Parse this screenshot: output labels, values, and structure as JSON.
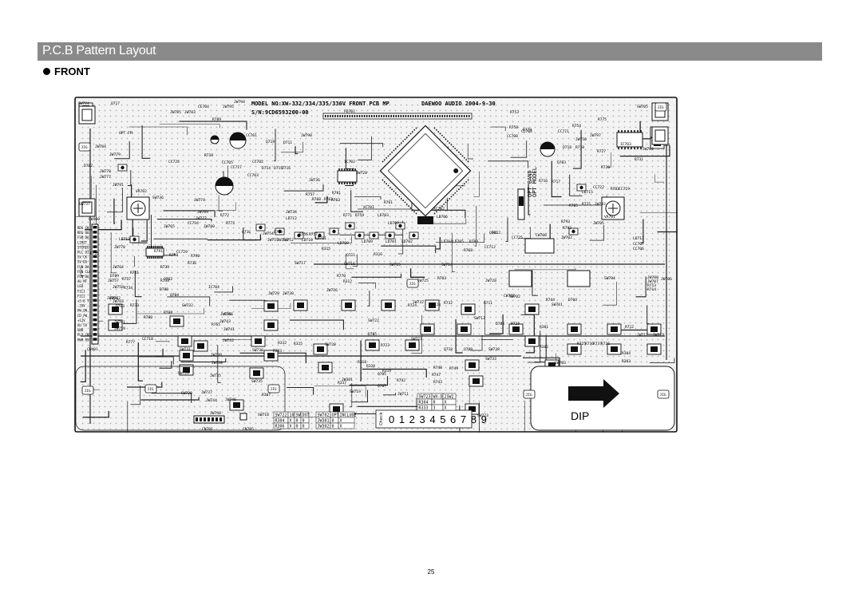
{
  "header": {
    "title": "P.C.B Pattern Layout"
  },
  "section": {
    "label": "FRONT"
  },
  "pcb": {
    "model_line": "MODEL NO:XW-332/334/335/336V FRONT PCB MP",
    "maker_line": "DAEWOO AUDIO 2004-9-30",
    "serial_line": "S/N:9CD6593200-00",
    "dip_label": "DIP",
    "check_label": "Check",
    "check_digits": "0 1 2 3 4 5 6 7 8 9",
    "jig_label": "JIG",
    "labels": {
      "sw724": "SW724",
      "q717": "Q717",
      "ce704": "CE704",
      "fd701": "FD701",
      "sw705": "SW705",
      "sw704": "SW704",
      "jw790": "JW790",
      "jw784": "JW784",
      "jw779": "JW779",
      "jw778": "JW778",
      "jw777": "JW777",
      "jw791": "JW791",
      "vr702": "VR702",
      "sw737": "SW737",
      "cw400": "CW400",
      "ld713": "LD713",
      "jw770": "JW770",
      "r735": "R735",
      "jw764": "JW764",
      "jw758": "JW758",
      "jw763": "JW763",
      "d703": "D703",
      "jw761": "JW761",
      "jw759": "JW759",
      "r777": "R777",
      "cw401": "CW401",
      "sw731": "SW731",
      "sw729": "SW729",
      "sw728": "SW728",
      "cn701": "CN701",
      "cn705": "CN705",
      "sw718": "SW718",
      "sw730": "SW730",
      "sw735": "SW735",
      "sw717": "SW717",
      "sw716": "SW716",
      "sw715": "SW715",
      "sw714": "SW714",
      "ic701": "IC701",
      "ic702": "IC702",
      "ic703": "IC703",
      "ic704": "IC704",
      "jw728": "JW728",
      "sw722": "SW722",
      "sw720": "SW720",
      "sw721": "SW721",
      "sw712": "SW712",
      "sw701": "SW701",
      "sw702": "SW702",
      "sw703": "SW703",
      "sw733": "SW733",
      "sw738": "SW738",
      "sw723": "SW723",
      "sw719": "SW719",
      "sw736": "SW736",
      "vr701": "VR701",
      "r713": "R713",
      "r714": "R714",
      "jw707": "JW707",
      "jw708": "JW708",
      "sw784": "SW784",
      "cw702": "CW702",
      "r744": "R744",
      "d704": "D704",
      "r304": "R304",
      "r303": "R303",
      "jw713": "JW713",
      "ld717": "LD717",
      "cc707": "CC707",
      "cc706": "CC706",
      "jw702": "JW702",
      "cw708": "CW708",
      "cc725": "CC725",
      "r793": "R793",
      "r792": "R792",
      "r753": "R753",
      "r758": "R758",
      "cc708": "CC708",
      "q703": "Q703",
      "r716": "R716",
      "ld715": "LD715",
      "cc722": "CC722",
      "r782": "R782",
      "cc719": "CC719",
      "ld703": "LD703",
      "ld706": "LD706",
      "ld705": "LD705",
      "ld704": "LD704",
      "ld702": "LD702",
      "ld701": "LD701",
      "ld707": "LD707",
      "ld708": "LD708",
      "ld709": "LD709",
      "ld710": "LD710",
      "ld711": "LD711",
      "ld712": "LD712",
      "r701": "R701",
      "r702": "R702",
      "r761": "R761",
      "xc701": "XC701",
      "xc702": "XC702",
      "jw734": "JW734",
      "q711": "Q711",
      "r315": "R315",
      "r316": "R316",
      "r312": "R312",
      "r770": "R770",
      "jw726": "JW726",
      "jw729": "JW729",
      "jw730": "JW730",
      "jw745": "JW745",
      "jw743": "JW743",
      "jw741": "JW741",
      "jw742": "JW742",
      "jw739": "JW739",
      "jw738": "JW738",
      "jw735": "JW735",
      "jw737": "JW737",
      "jw744": "JW744",
      "jw746": "JW746",
      "jw748": "JW748",
      "r765": "R765",
      "r332": "R332",
      "r325": "R325",
      "r333": "R333",
      "r318": "R318",
      "r748": "R748",
      "r747": "R747",
      "r743": "R743",
      "r742": "R742",
      "r749": "R749",
      "q705": "Q705",
      "q707": "Q707",
      "q718": "Q718",
      "q709": "Q709",
      "jw711": "JW711",
      "r722": "R722",
      "r320": "R320",
      "r319": "R319",
      "d705": "D705",
      "r703": "R703",
      "r307": "R307",
      "r337": "R337",
      "jw301": "JW301",
      "jw732": "JW732",
      "r732": "R732",
      "r728": "R728",
      "r724": "R724",
      "r711": "R711",
      "jw725": "JW725",
      "jw720": "JW720",
      "d788": "D788",
      "r723": "R723",
      "r381": "R381",
      "r382": "R382",
      "r736": "R736",
      "r737": "R737",
      "r725": "R725",
      "r726": "R726",
      "jw712": "JW712",
      "r712": "R712",
      "jw706": "JW706",
      "cc712": "CC712",
      "q712": "Q712",
      "r768": "R768",
      "r783": "R783",
      "jw705": "JW705",
      "jw703": "JW703",
      "r715": "R715",
      "r717": "R717",
      "r705": "R705",
      "cc704": "CC704",
      "cc721": "CC721",
      "r754": "R754",
      "jw750": "JW750",
      "d718": "D718",
      "jw736": "JW736",
      "jw774": "JW774",
      "jw769": "JW769",
      "jw772": "JW772",
      "jw765": "JW765",
      "jw780": "JW780",
      "cc734": "CC734",
      "cc729": "CC729",
      "r791": "R791",
      "r740": "R740",
      "r790": "R790",
      "r736b": "R736",
      "r739": "R739",
      "r741": "R741",
      "d789": "D789",
      "r737b": "R737",
      "r734": "R734",
      "q702": "Q702",
      "q704": "Q704",
      "d780": "D780",
      "jw762": "JW762",
      "r733": "R733",
      "jw760": "JW760",
      "jw757": "JW757",
      "r788": "R788",
      "sw732": "SW732",
      "r766": "R766",
      "cc718": "CC718",
      "r780": "R780",
      "r719": "R719",
      "jw794": "JW794",
      "jw795": "JW795",
      "cc702": "CC702",
      "cc703": "CC703",
      "cc701": "CC701",
      "cc705": "CC705",
      "cc724": "CC724",
      "cc717": "CC717",
      "d702": "D702",
      "d714": "D714",
      "d715": "D715",
      "d716": "D716",
      "d711": "D711",
      "q719": "Q719",
      "q716": "Q716",
      "q708": "Q708",
      "q701": "Q701",
      "r772": "R772",
      "r773": "R773",
      "r738": "R738",
      "r789": "R789",
      "r779": "R779",
      "r775": "R775",
      "jw797": "JW797",
      "jw783": "JW783",
      "jw785": "JW785",
      "jw754": "JW754",
      "jw755": "JW755",
      "jw753": "JW753",
      "jw752": "JW752",
      "r756": "R756",
      "r757": "R757",
      "r763": "R763",
      "r760": "R760",
      "r771": "R771",
      "r759": "R759",
      "r757b": "R757",
      "r718": "R718",
      "r727": "R727",
      "r720": "R720",
      "r731": "R731",
      "opt_band": "OPT BAND",
      "opt_model": "OPT MODEL",
      "opt_fm": "OPT FM"
    },
    "side_labels": [
      "RDS CK",
      "RDS DA",
      "FSM DA",
      "LIMIT",
      "STEREO",
      "PLL DI",
      "5V CK",
      "5V DA",
      "FUN DA",
      "FUN CLK",
      "FUN DA",
      "AU MT",
      "LED",
      "FIL1",
      "FIL2",
      "+5.6 T",
      "-35V",
      "PW ON",
      "CD PW",
      "+12V",
      "AU 5V",
      "GND",
      "PLY CNT",
      "PWR RST"
    ],
    "dip_table": {
      "header": [
        "SW723",
        "WX-D",
        "2SW2"
      ],
      "rows": [
        [
          "R304",
          "0",
          "X"
        ],
        [
          "R333",
          "3",
          "X"
        ]
      ]
    },
    "opt_table_a": {
      "rows": [
        [
          "SW722",
          "10",
          "SW",
          "DOT"
        ],
        [
          "R304",
          "X",
          "0",
          "0"
        ],
        [
          "R306",
          "X",
          "0",
          "0"
        ]
      ]
    },
    "opt_table_b": {
      "rows": [
        [
          "SW702",
          "OPT",
          "INCLUDE"
        ],
        [
          "JW301",
          "0",
          "X"
        ],
        [
          "JW302",
          "0",
          "X"
        ]
      ]
    }
  },
  "footer": {
    "page_number": "25"
  }
}
